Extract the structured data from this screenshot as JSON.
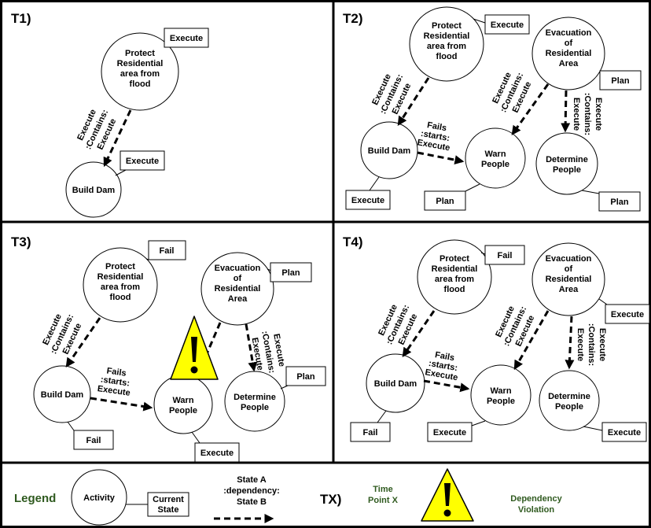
{
  "panels": {
    "t1": {
      "title": "T1)",
      "nodes": {
        "protect": {
          "lines": [
            "Protect",
            "Residential",
            "area from",
            "flood"
          ],
          "state": "Execute"
        },
        "dam": {
          "lines": [
            "Build Dam"
          ],
          "state": "Execute"
        }
      },
      "edges": {
        "protect_dam": [
          "Execute",
          ":Contains:",
          "Execute"
        ]
      }
    },
    "t2": {
      "title": "T2)",
      "nodes": {
        "protect": {
          "lines": [
            "Protect",
            "Residential",
            "area from",
            "flood"
          ],
          "state": "Execute"
        },
        "evac": {
          "lines": [
            "Evacuation",
            "of",
            "Residential",
            "Area"
          ],
          "state": "Plan"
        },
        "dam": {
          "lines": [
            "Build Dam"
          ],
          "state": "Execute"
        },
        "warn": {
          "lines": [
            "Warn",
            "People"
          ],
          "state": "Plan"
        },
        "determine": {
          "lines": [
            "Determine",
            "People"
          ],
          "state": "Plan"
        }
      },
      "edges": {
        "protect_dam": [
          "Execute",
          ":Contains:",
          "Execute"
        ],
        "evac_warn": [
          "Execute",
          ":Contains:",
          "Execute"
        ],
        "evac_det": [
          "Execute",
          ":Contains:",
          "Execute"
        ],
        "dam_warn": [
          "Fails",
          ":starts:",
          "Execute"
        ]
      }
    },
    "t3": {
      "title": "T3)",
      "nodes": {
        "protect": {
          "lines": [
            "Protect",
            "Residential",
            "area from",
            "flood"
          ],
          "state": "Fail"
        },
        "evac": {
          "lines": [
            "Evacuation",
            "of",
            "Residential",
            "Area"
          ],
          "state": "Plan"
        },
        "dam": {
          "lines": [
            "Build Dam"
          ],
          "state": "Fail"
        },
        "warn": {
          "lines": [
            "Warn",
            "People"
          ],
          "state": "Execute"
        },
        "determine": {
          "lines": [
            "Determine",
            "People"
          ],
          "state": "Plan"
        }
      },
      "edges": {
        "protect_dam": [
          "Execute",
          ":Contains:",
          "Execute"
        ],
        "evac_det": [
          "Execute",
          ":Contains:",
          "Execute"
        ],
        "dam_warn": [
          "Fails",
          ":starts:",
          "Execute"
        ]
      }
    },
    "t4": {
      "title": "T4)",
      "nodes": {
        "protect": {
          "lines": [
            "Protect",
            "Residential",
            "area from",
            "flood"
          ],
          "state": "Fail"
        },
        "evac": {
          "lines": [
            "Evacuation",
            "of",
            "Residential",
            "Area"
          ],
          "state": "Execute"
        },
        "dam": {
          "lines": [
            "Build Dam"
          ],
          "state": "Fail"
        },
        "warn": {
          "lines": [
            "Warn",
            "People"
          ],
          "state": "Execute"
        },
        "determine": {
          "lines": [
            "Determine",
            "People"
          ],
          "state": "Execute"
        }
      },
      "edges": {
        "protect_dam": [
          "Execute",
          ":Contains:",
          "Execute"
        ],
        "evac_warn": [
          "Execute",
          ":Contains:",
          "Execute"
        ],
        "evac_det": [
          "Execute",
          ":Contains:",
          "Execute"
        ],
        "dam_warn": [
          "Fails",
          ":starts:",
          "Execute"
        ]
      }
    }
  },
  "legend": {
    "title": "Legend",
    "activity": "Activity",
    "current_state": [
      "Current",
      "State"
    ],
    "dependency": [
      "State A",
      ":dependency:",
      "State B"
    ],
    "tx": "TX)",
    "time_point": [
      "Time",
      "Point X"
    ],
    "violation": [
      "Dependency",
      "Violation"
    ]
  },
  "icons": [
    "warning-triangle-icon"
  ],
  "colors": {
    "legend_green": "#2f5a1f",
    "warning_fill": "#ffff00"
  }
}
